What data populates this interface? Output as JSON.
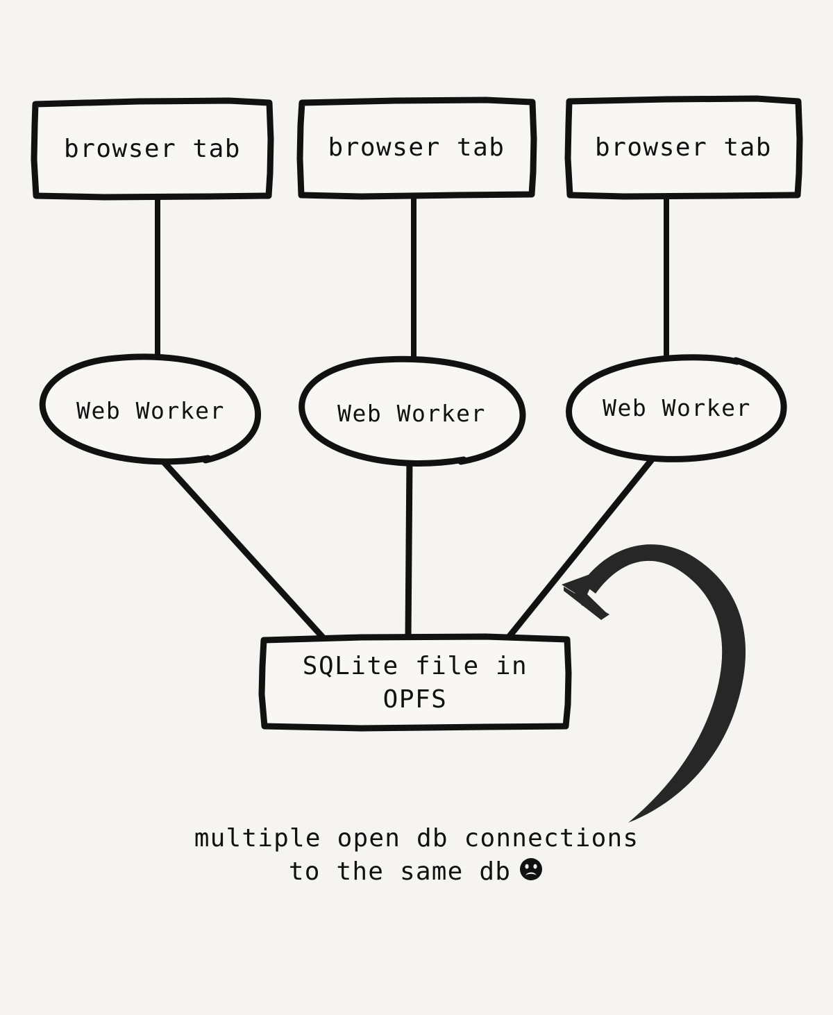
{
  "diagram": {
    "background_color": "#f5f4f0",
    "stroke_color": "#111111",
    "arrow_color": "#272727",
    "title_text": "",
    "tabs": [
      {
        "label": "browser tab"
      },
      {
        "label": "browser tab"
      },
      {
        "label": "browser tab"
      }
    ],
    "workers": [
      {
        "label": "Web Worker"
      },
      {
        "label": "Web Worker"
      },
      {
        "label": "Web Worker"
      }
    ],
    "store": {
      "line1": "SQLite file in",
      "line2": "OPFS"
    },
    "annotation": {
      "line1": "multiple open db connections",
      "line2": "to the same db",
      "emoji": "☹"
    }
  }
}
